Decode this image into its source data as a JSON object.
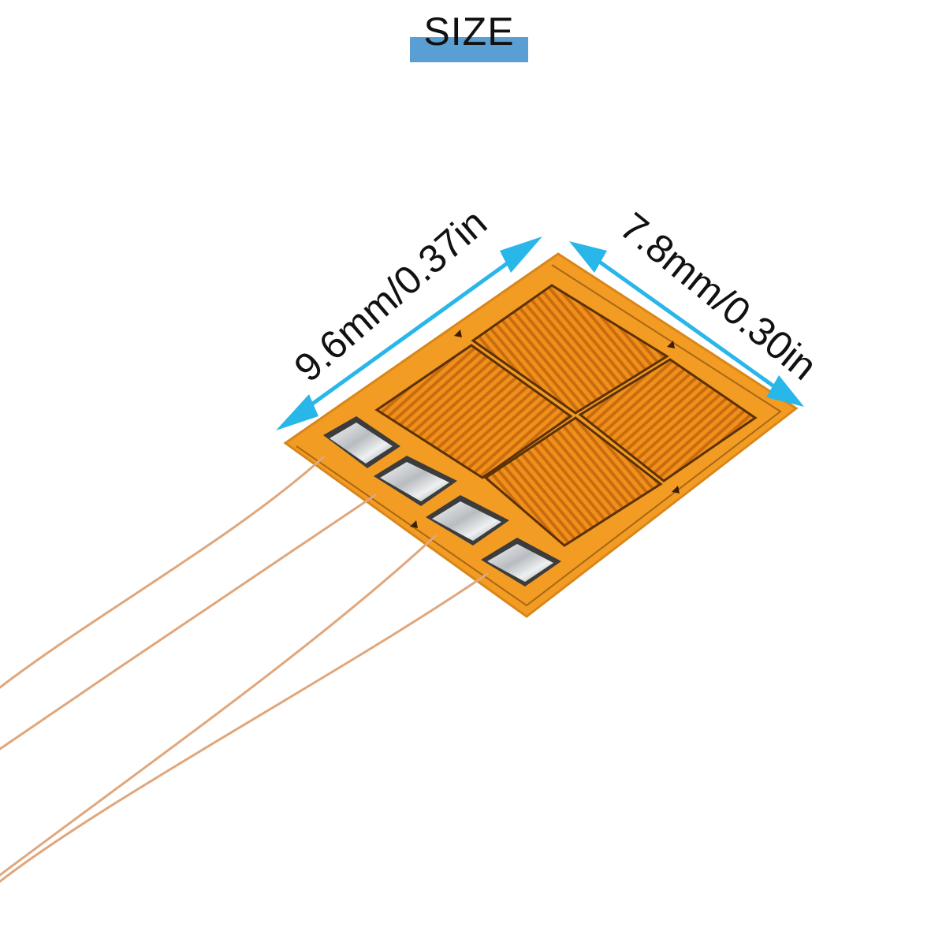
{
  "title": "SIZE",
  "dimensions": {
    "length": "9.6mm/0.37in",
    "width": "7.8mm/0.30in"
  },
  "colors": {
    "title_bar": "#5a9fd4",
    "arrow": "#29b6e8",
    "substrate": "#f39c24",
    "substrate_edge": "#d9861a",
    "trace": "#c46a12",
    "solder": "#d6d9dc",
    "wire": "#e0a77d"
  }
}
